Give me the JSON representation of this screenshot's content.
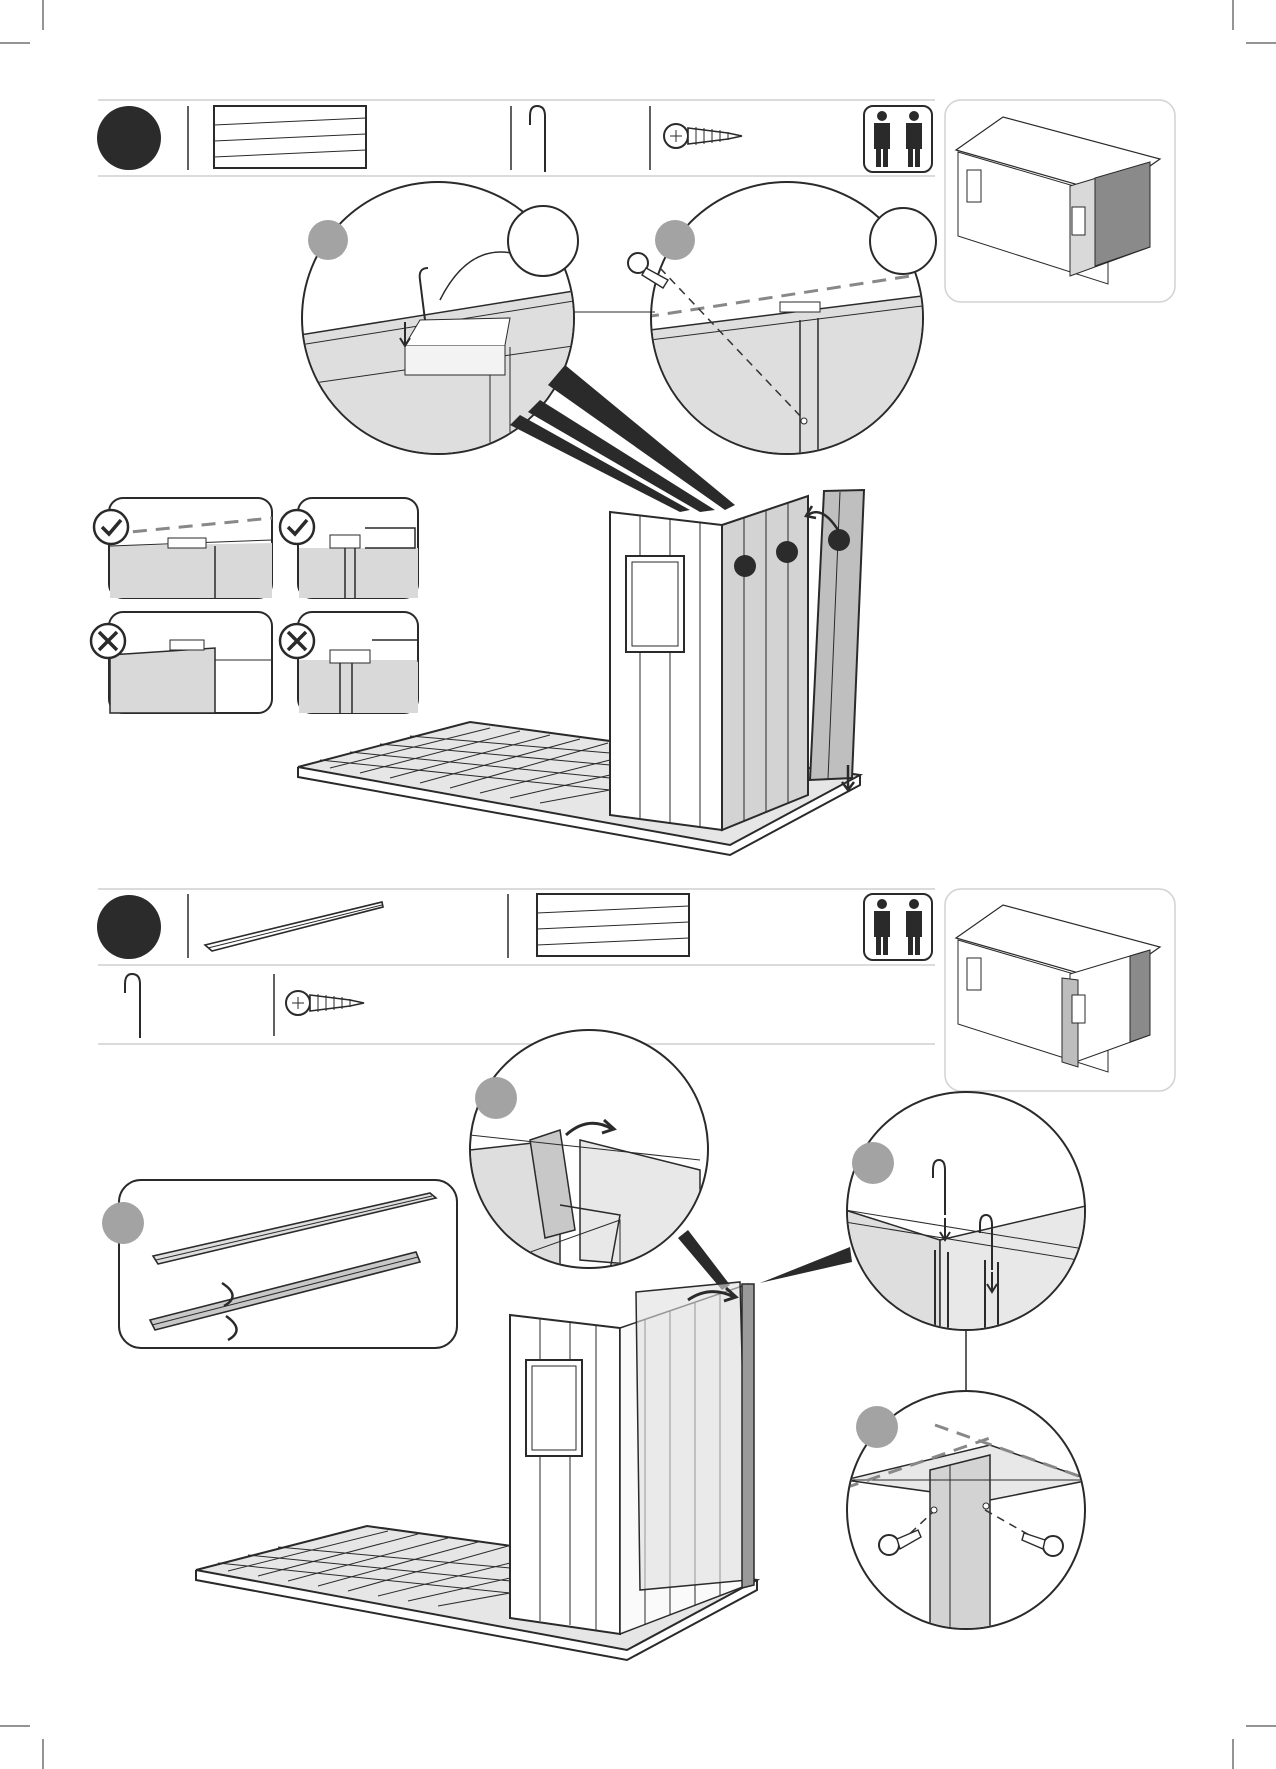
{
  "page": {
    "background": "#ffffff",
    "ink_color": "#2a2a2a",
    "panel_gray": "#d9d9d9",
    "callout_gray": "#a3a3a3"
  },
  "step_a": {
    "parts": [
      "wide-wall-panel",
      "wall-clip",
      "screw"
    ],
    "people_icon": "two-person-assembly-icon",
    "zooms": [
      "clip-insertion-detail",
      "screw-alignment-detail"
    ],
    "checks": [
      "correct-alignment-1",
      "correct-alignment-2",
      "incorrect-alignment-1",
      "incorrect-alignment-2"
    ],
    "panel_markers": 3
  },
  "step_b": {
    "parts": [
      "connector-profile",
      "wide-wall-panel",
      "wall-clip",
      "screw"
    ],
    "people_icon": "two-person-assembly-icon",
    "zooms": [
      "profile-rotation-detail",
      "panel-swing-detail",
      "clip-insertion-detail",
      "screw-fastening-detail"
    ]
  }
}
